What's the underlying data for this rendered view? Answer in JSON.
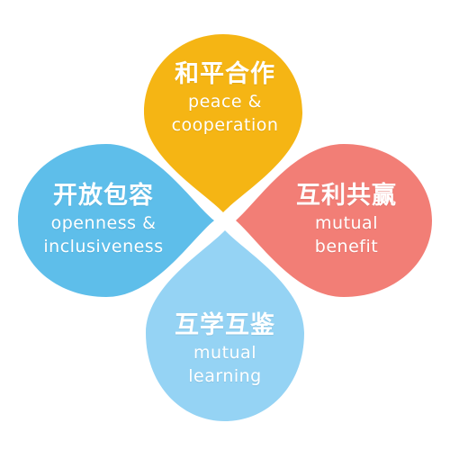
{
  "petals": {
    "top": {
      "zh": "和平合作",
      "en1": "peace &",
      "en2": "cooperation",
      "color": "#F5B514"
    },
    "left": {
      "zh": "开放包容",
      "en1": "openness &",
      "en2": "inclusiveness",
      "color": "#5EBEEA"
    },
    "right": {
      "zh": "互利共赢",
      "en1": "mutual",
      "en2": "benefit",
      "color": "#F27E76"
    },
    "bottom": {
      "zh": "互学互鉴",
      "en1": "mutual",
      "en2": "learning",
      "color": "#95D3F4"
    }
  }
}
